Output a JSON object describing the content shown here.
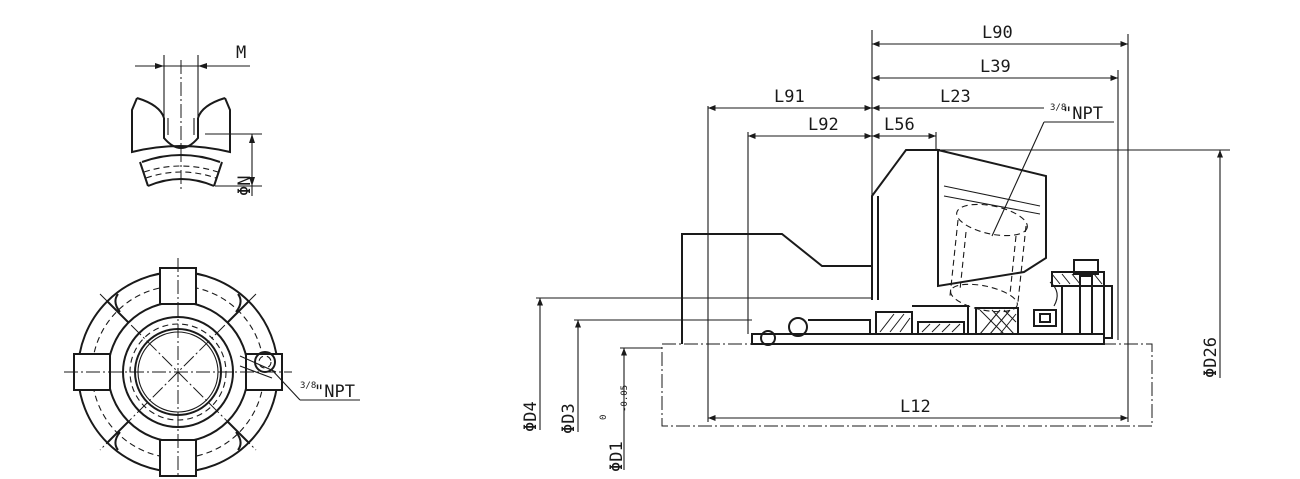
{
  "dimensions": {
    "m": "M",
    "dn": "ΦN",
    "npt_left": "\"NPT",
    "npt_frac_left": "3/8",
    "l90": "L90",
    "l39": "L39",
    "l91": "L91",
    "l23": "L23",
    "l92": "L92",
    "l56": "L56",
    "npt_right": "\"NPT",
    "npt_frac_right": "3/8",
    "d26": "ΦD26",
    "d4": "ΦD4",
    "d3": "ΦD3",
    "d1": "ΦD1",
    "d1_tol_upper": "0",
    "d1_tol_lower": "-0.05",
    "l12": "L12"
  }
}
